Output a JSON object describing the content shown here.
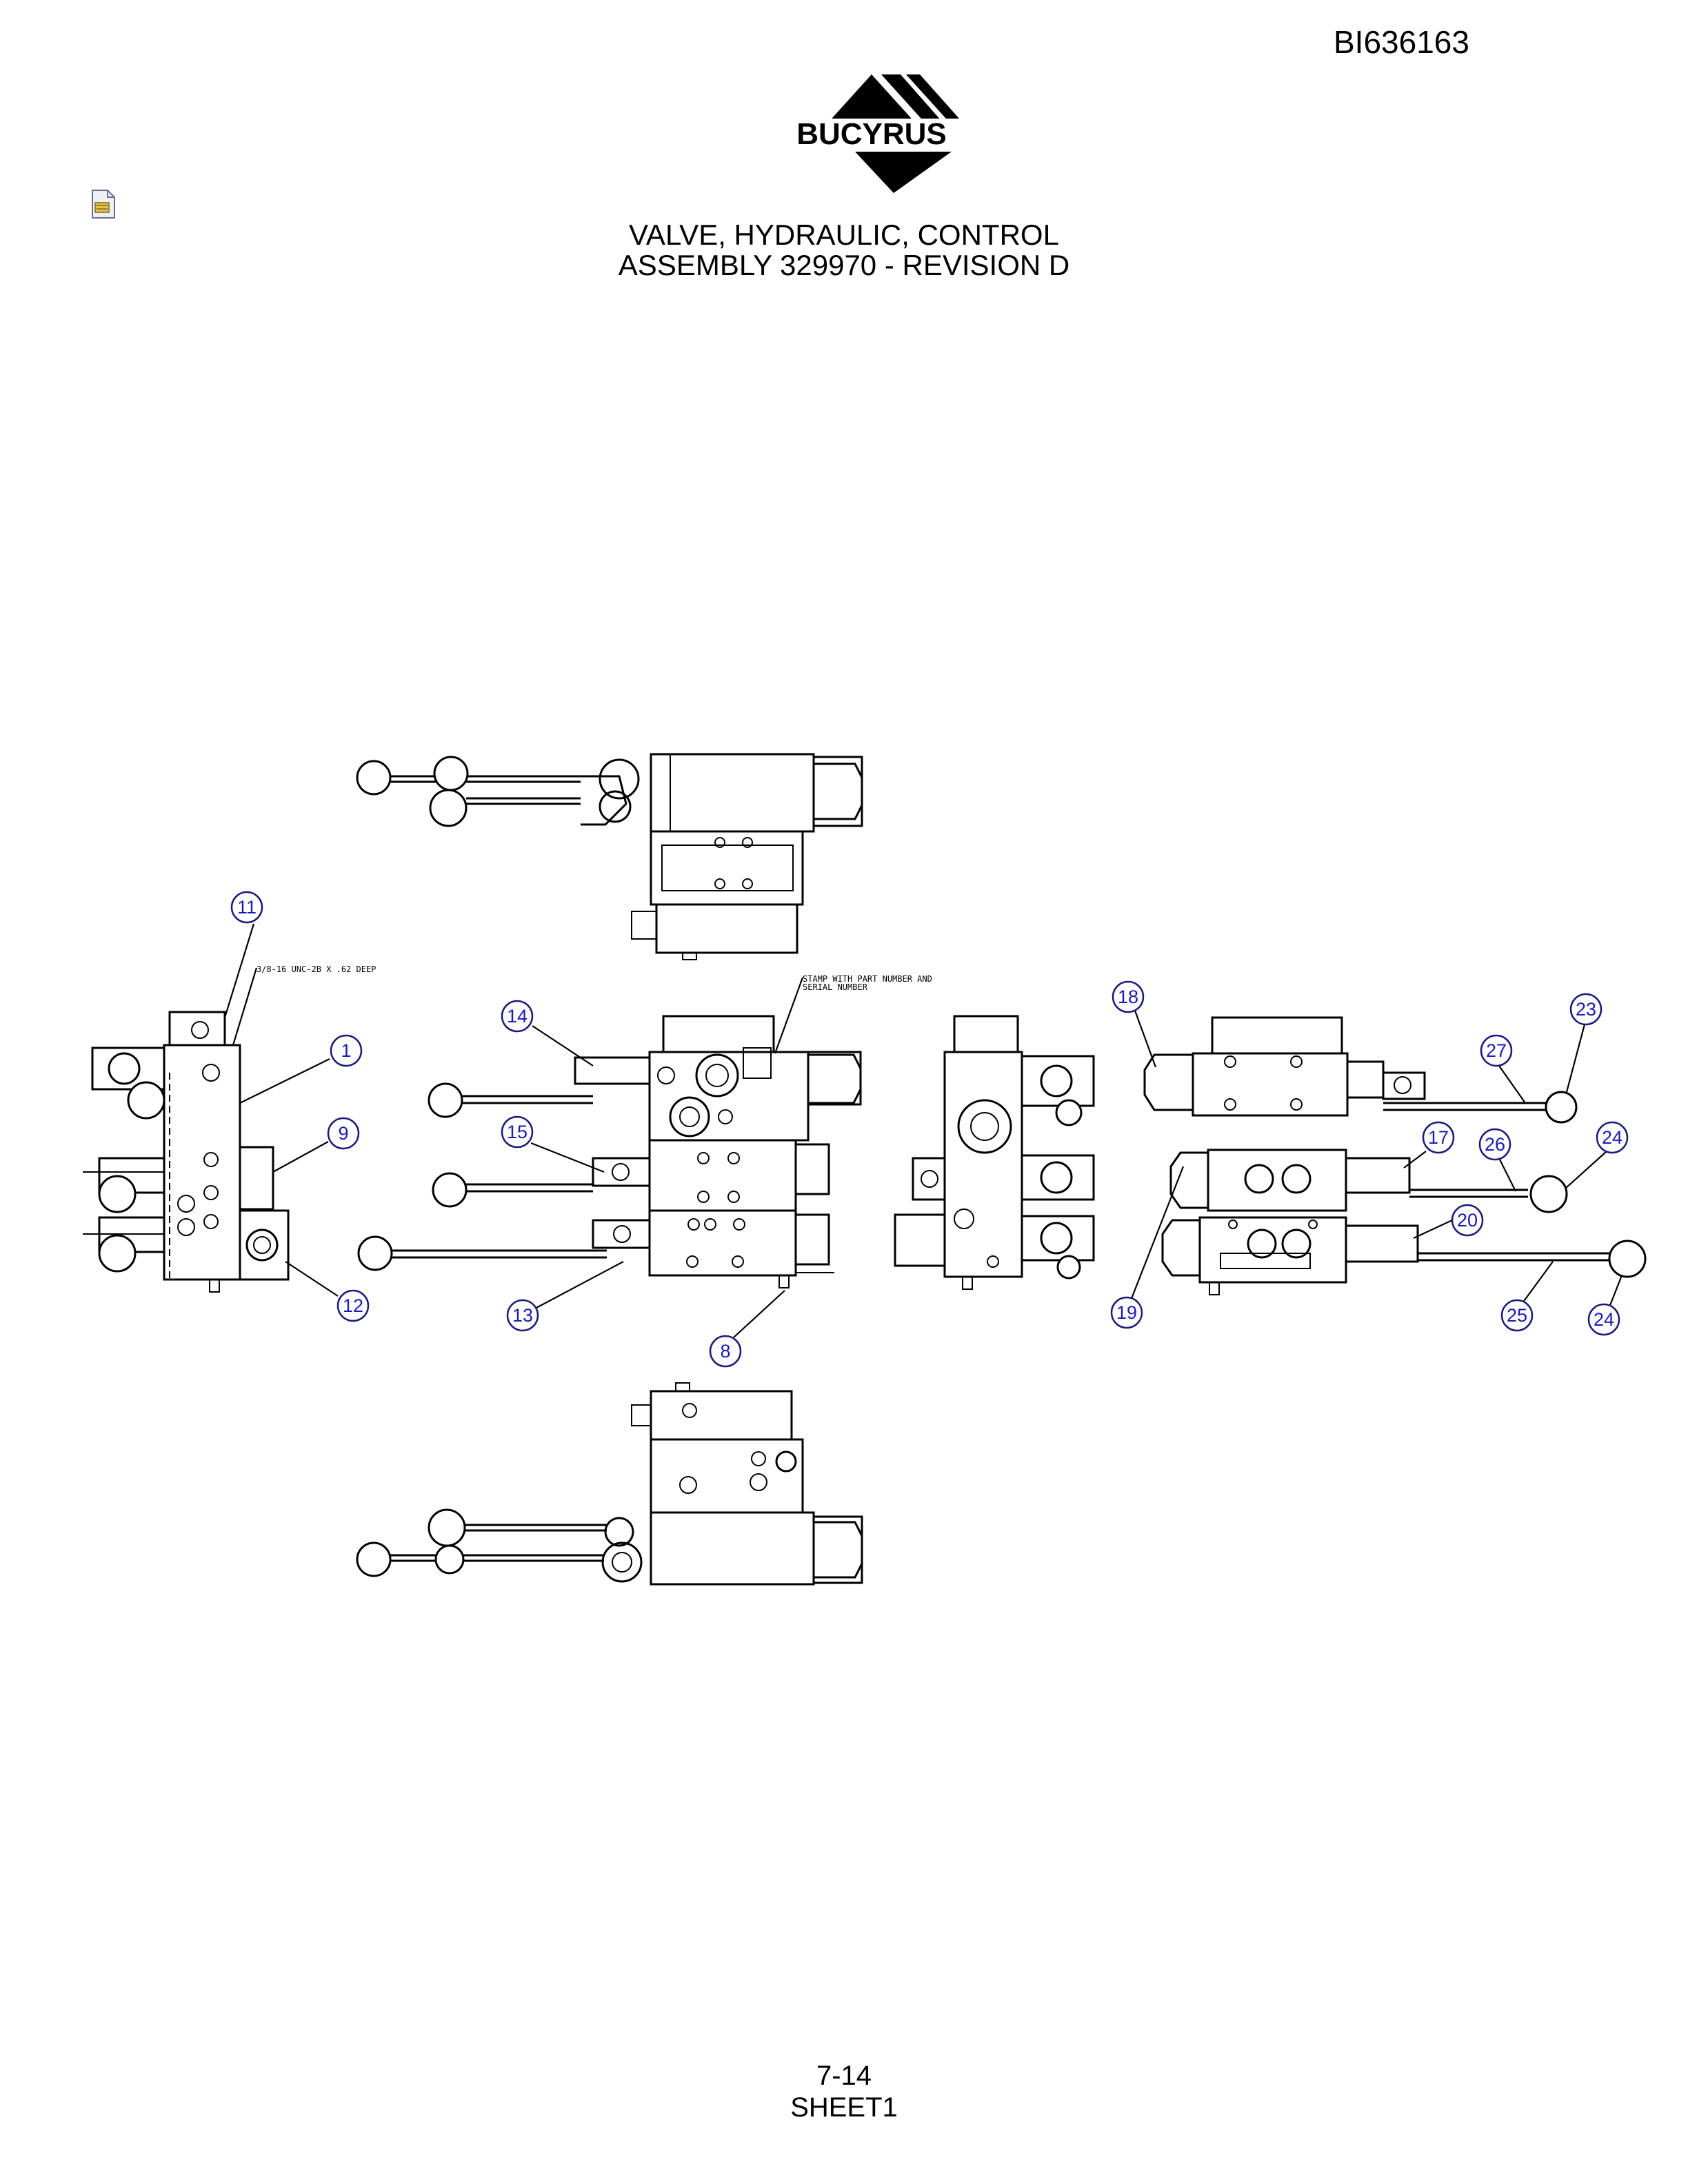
{
  "header": {
    "doc_id": "BI636163",
    "logo_text": "BUCYRUS"
  },
  "title": {
    "line1": "VALVE, HYDRAULIC, CONTROL",
    "line2": "ASSEMBLY 329970 - REVISION D"
  },
  "notes": {
    "thread": "3/8-16 UNC-2B X .62 DEEP",
    "stamp_line1": "STAMP WITH PART NUMBER AND",
    "stamp_line2": "SERIAL NUMBER"
  },
  "balloons": [
    "11",
    "1",
    "9",
    "12",
    "14",
    "15",
    "13",
    "8",
    "18",
    "23",
    "27",
    "17",
    "26",
    "24",
    "19",
    "20",
    "25",
    "24"
  ],
  "footer": {
    "page": "7-14",
    "sheet": "SHEET1"
  },
  "colors": {
    "balloon_text": "#1b1bb8",
    "balloon_outline": "#1a1a7a"
  }
}
